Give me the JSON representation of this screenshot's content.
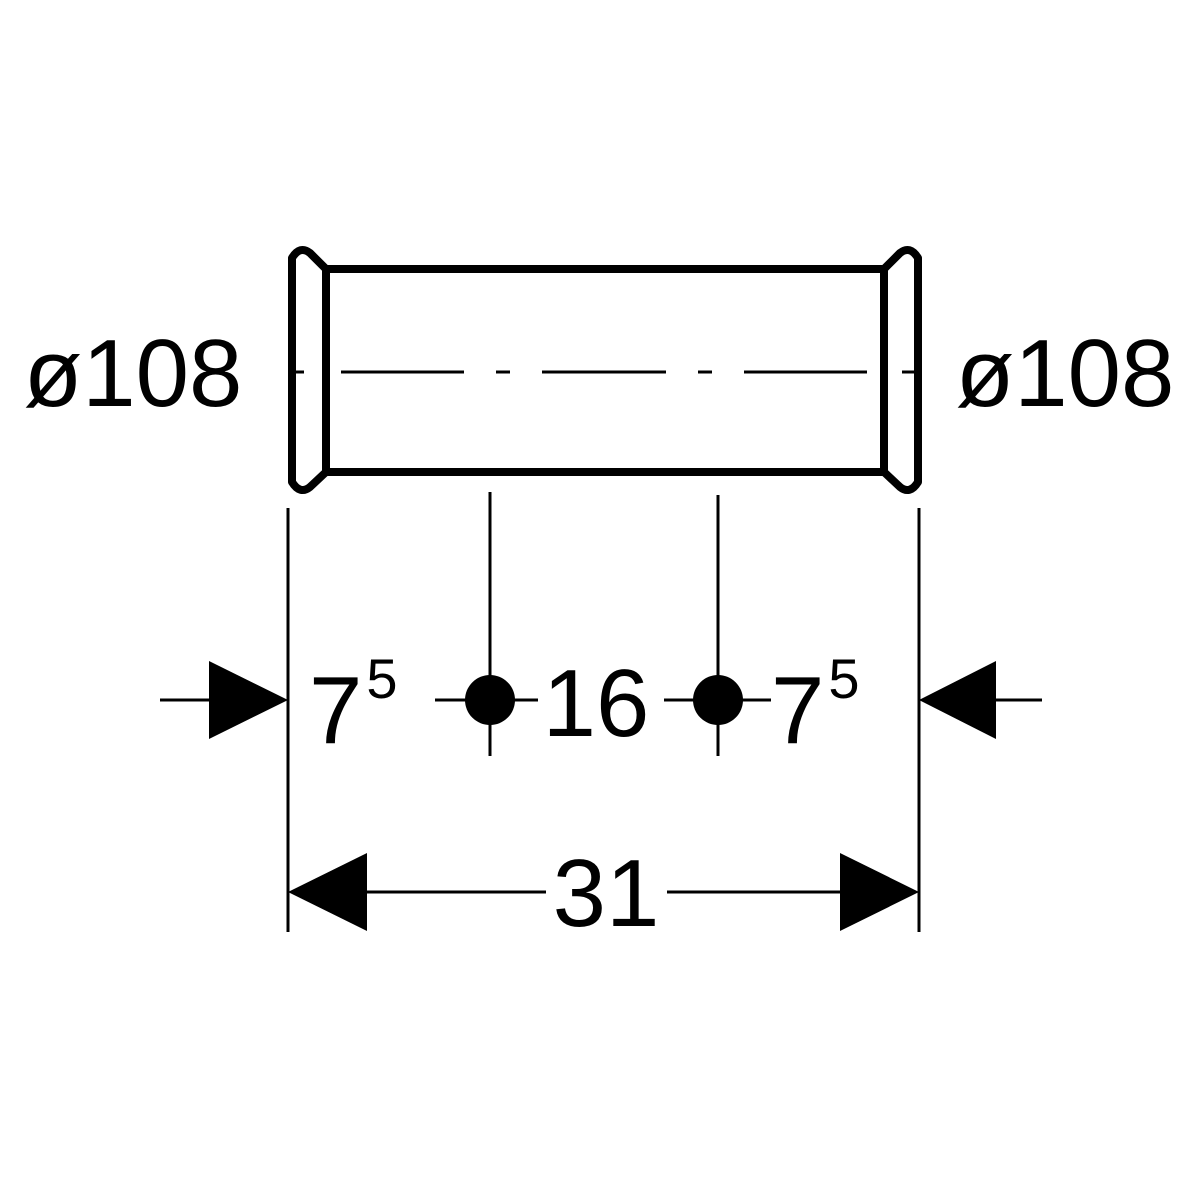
{
  "diagram": {
    "left_diameter": "ø108",
    "right_diameter": "ø108",
    "segment_left": {
      "base": "7",
      "sup": "5"
    },
    "segment_middle": "16",
    "segment_right": {
      "base": "7",
      "sup": "5"
    },
    "overall_length": "31"
  },
  "colors": {
    "ink": "#000000",
    "background": "#ffffff"
  }
}
